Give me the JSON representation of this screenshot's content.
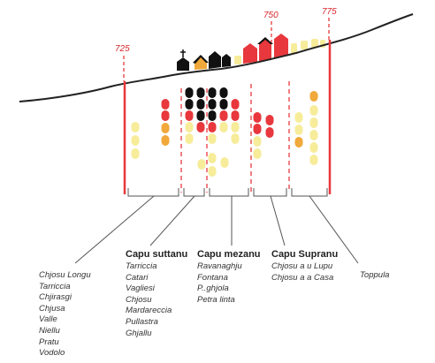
{
  "altitudes": [
    "725",
    "750",
    "775"
  ],
  "colors": {
    "red": "#e8383d",
    "black": "#111111",
    "orange": "#f0a93a",
    "yellow": "#f7ec9a",
    "line": "#222222",
    "dash": "#e8383d"
  },
  "groups": {
    "left": {
      "title": "",
      "places": [
        "Chjosu Longu",
        "Tarriccia",
        "Chjirasgi",
        "Chjusa",
        "Valle",
        "Niellu",
        "Pratu",
        "Vodolo"
      ]
    },
    "suttanu": {
      "title": "Capu suttanu",
      "places": [
        "Tarriccia",
        "Catari",
        "Vagliesi",
        "Chjosu",
        "Mardareccia",
        "Pullastra",
        "Ghjallu"
      ]
    },
    "mezanu": {
      "title": "Capu mezanu",
      "places": [
        "Ravanaghju",
        "Fontana",
        "P..ghjola",
        "Petra linta"
      ]
    },
    "supranu": {
      "title": "Capu Supranu",
      "places": [
        "Chjosu a u Lupu",
        "Chjosu a a Casa"
      ]
    },
    "right": {
      "title": "",
      "places": [
        "Toppula"
      ]
    }
  }
}
